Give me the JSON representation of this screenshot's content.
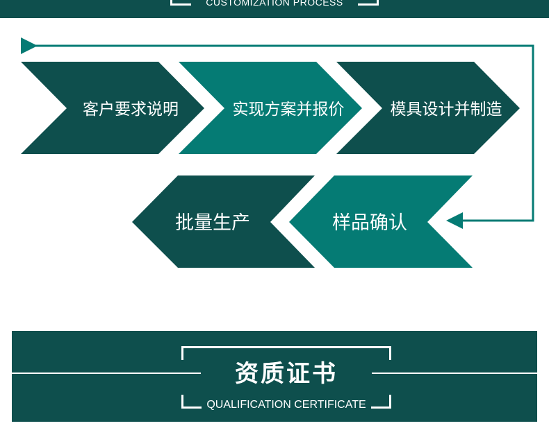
{
  "header": {
    "subtitle": "CUSTOMIZATION PROCESS"
  },
  "process": {
    "steps": [
      {
        "label": "客户要求说明"
      },
      {
        "label": "实现方案并报价"
      },
      {
        "label": "模具设计并制造"
      },
      {
        "label": "样品确认"
      },
      {
        "label": "批量生产"
      }
    ]
  },
  "certificate": {
    "title": "资质证书",
    "subtitle": "QUALIFICATION CERTIFICATE"
  },
  "colors": {
    "dark_teal": "#0e4f4d",
    "bright_teal": "#057b74",
    "white": "#ffffff"
  },
  "icons": {
    "start_marker": "triangle-right-icon",
    "end_arrow": "triangle-left-icon"
  }
}
